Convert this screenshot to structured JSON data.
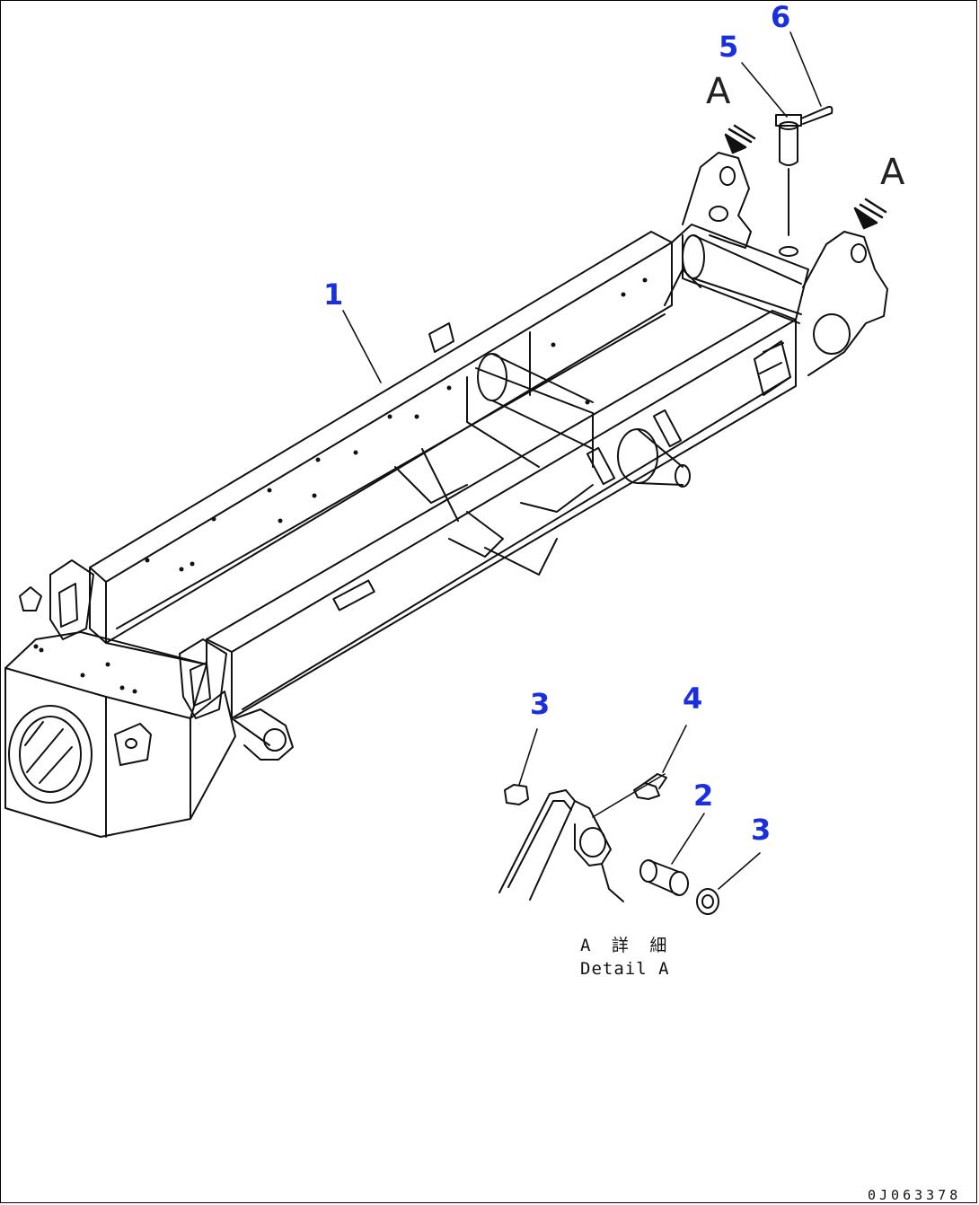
{
  "callouts": {
    "c1": "1",
    "c2": "2",
    "c3a": "3",
    "c3b": "3",
    "c4": "4",
    "c5": "5",
    "c6": "6"
  },
  "view_markers": {
    "left": "A",
    "right": "A"
  },
  "detail": {
    "caption_jp": "A 詳 細",
    "caption_en": "Detail A"
  },
  "drawing_number": "0J063378",
  "colors": {
    "callout": "#1a2fe0",
    "line": "#111111"
  }
}
